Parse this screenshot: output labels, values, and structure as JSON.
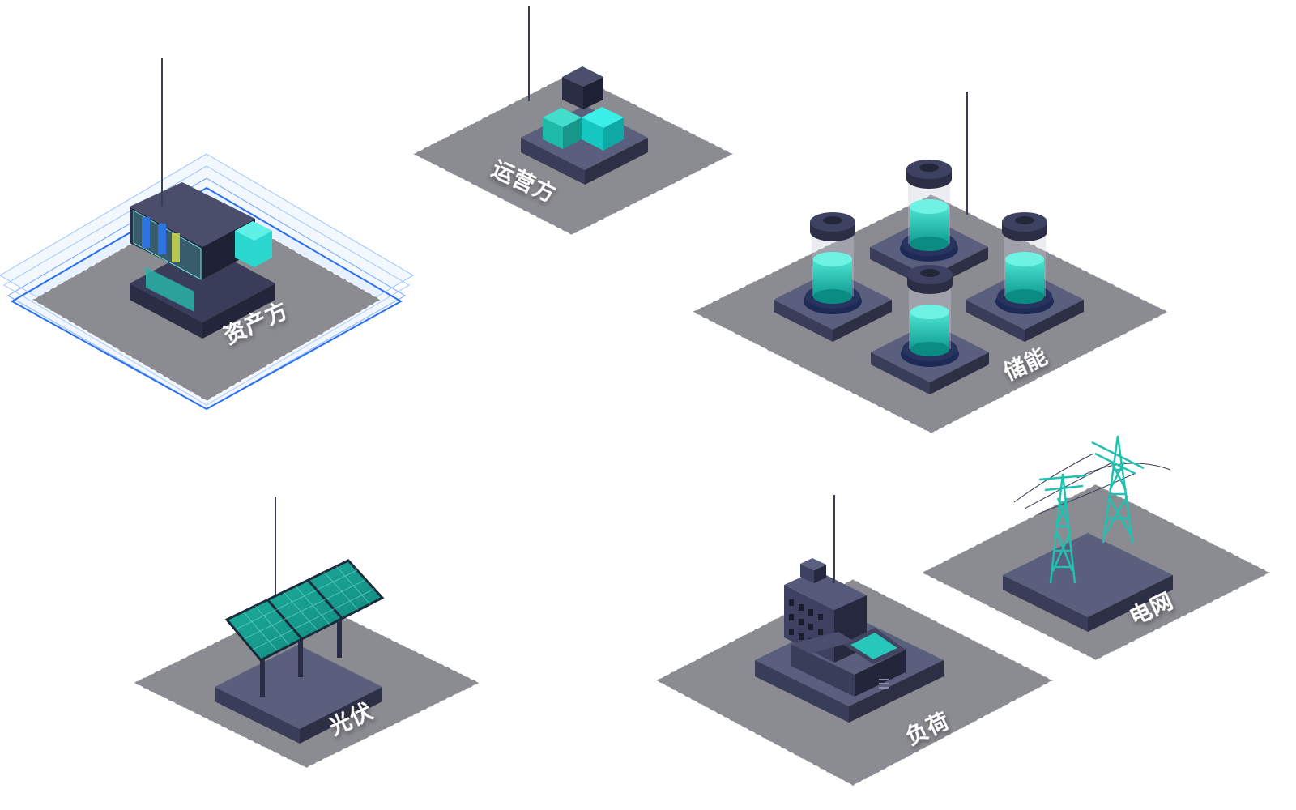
{
  "nodes": {
    "asset": {
      "label": "资产方"
    },
    "operator": {
      "label": "运营方"
    },
    "storage": {
      "label": "储能"
    },
    "pv": {
      "label": "光伏"
    },
    "load": {
      "label": "负荷"
    },
    "grid": {
      "label": "电网"
    }
  },
  "colors": {
    "plate": "#8b8b92",
    "base_top": "#5b5f7e",
    "base_side": "#3a3d5a",
    "teal": "#26c9b8",
    "dark_block": "#2e3148",
    "highlight_blue": "#3a8cf0"
  }
}
